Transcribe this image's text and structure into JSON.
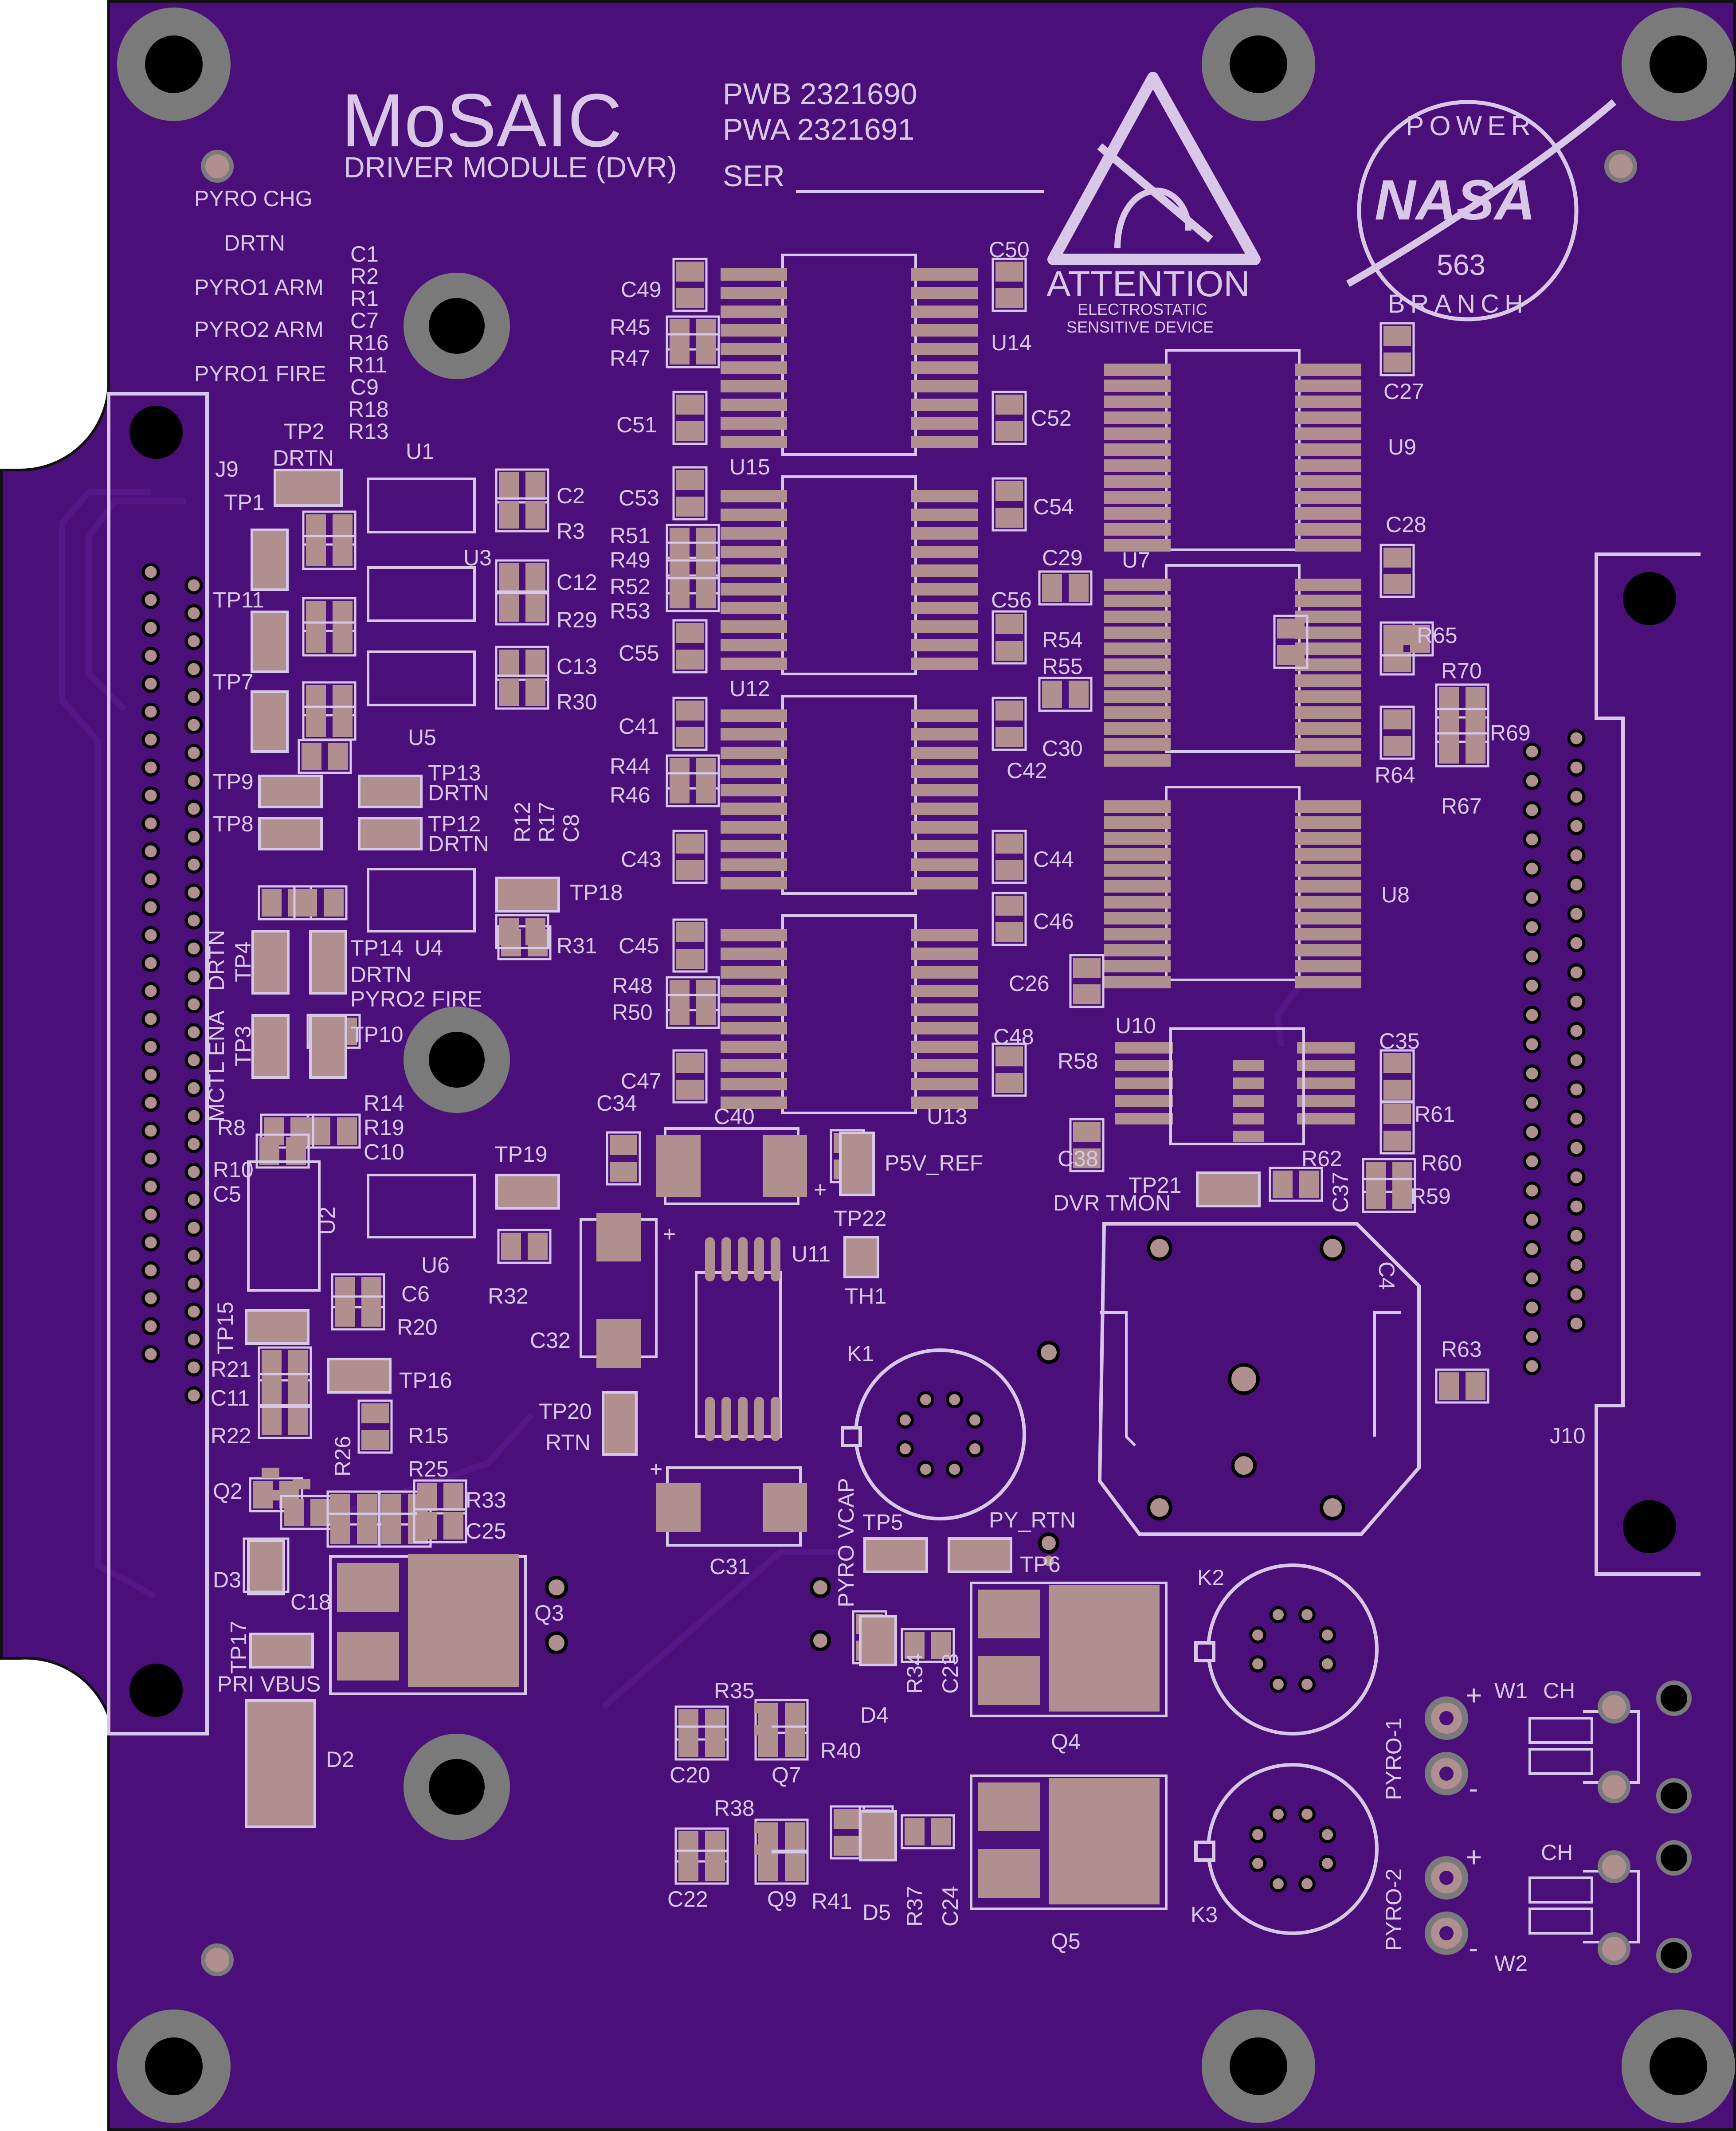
{
  "board": {
    "title": "MoSAIC",
    "subtitle": "DRIVER MODULE (DVR)",
    "pwb": "PWB 2321690",
    "pwa": "PWA 2321691",
    "ser": "SER",
    "colors": {
      "soldermask": "#4b0f7a",
      "silkscreen": "#d8c7e6",
      "pad": "#b08f8f",
      "hole_ring": "#7a7a7a",
      "hole": "#000000",
      "edge": "#111111"
    }
  },
  "esd": {
    "title": "ATTENTION",
    "line1": "ELECTROSTATIC",
    "line2": "SENSITIVE DEVICE"
  },
  "nasa_logo": {
    "top": "POWER",
    "center": "NASA",
    "number": "563",
    "bottom": "BRANCH"
  },
  "left_notes": [
    "PYRO CHG",
    "DRTN",
    "PYRO1 ARM",
    "PYRO2 ARM",
    "PYRO1 FIRE"
  ],
  "ref_stack": [
    "C1",
    "R2",
    "R1",
    "C7",
    "R16",
    "R11",
    "C9",
    "R18",
    "R13"
  ],
  "labels": {
    "J9": "J9",
    "J10": "J10",
    "K1": "K1",
    "K2": "K2",
    "K3": "K3",
    "U1": "U1",
    "U2": "U2",
    "U3": "U3",
    "U4": "U4",
    "U5": "U5",
    "U6": "U6",
    "U7": "U7",
    "U8": "U8",
    "U9": "U9",
    "U10": "U10",
    "U11": "U11",
    "U12": "U12",
    "U13": "U13",
    "U14": "U14",
    "U15": "U15",
    "Q2": "Q2",
    "Q3": "Q3",
    "Q4": "Q4",
    "Q5": "Q5",
    "Q7": "Q7",
    "Q9": "Q9",
    "D2": "D2",
    "D3": "D3",
    "D4": "D4",
    "D5": "D5",
    "TH1": "TH1",
    "TP1": "TP1",
    "TP2": "TP2",
    "TP3": "TP3",
    "TP4": "TP4",
    "TP5": "TP5",
    "TP6": "TP6",
    "TP7": "TP7",
    "TP8": "TP8",
    "TP9": "TP9",
    "TP10": "TP10",
    "TP11": "TP11",
    "TP12": "TP12",
    "TP13": "TP13",
    "TP14": "TP14",
    "TP15": "TP15",
    "TP16": "TP16",
    "TP17": "TP17",
    "TP18": "TP18",
    "TP19": "TP19",
    "TP20": "TP20",
    "TP21": "TP21",
    "TP22": "TP22",
    "C2": "C2",
    "C4": "C4",
    "C5": "C5",
    "C6": "C6",
    "C8": "C8",
    "C10": "C10",
    "C11": "C11",
    "C12": "C12",
    "C13": "C13",
    "C18": "C18",
    "C20": "C20",
    "C22": "C22",
    "C23": "C23",
    "C24": "C24",
    "C25": "C25",
    "C26": "C26",
    "C27": "C27",
    "C28": "C28",
    "C29": "C29",
    "C30": "C30",
    "C31": "C31",
    "C32": "C32",
    "C34": "C34",
    "C35": "C35",
    "C37": "C37",
    "C38": "C38",
    "C40": "C40",
    "C41": "C41",
    "C42": "C42",
    "C43": "C43",
    "C44": "C44",
    "C45": "C45",
    "C46": "C46",
    "C47": "C47",
    "C48": "C48",
    "C49": "C49",
    "C50": "C50",
    "C51": "C51",
    "C52": "C52",
    "C53": "C53",
    "C54": "C54",
    "C55": "C55",
    "C56": "C56",
    "R3": "R3",
    "R8": "R8",
    "R10": "R10",
    "R12": "R12",
    "R14": "R14",
    "R15": "R15",
    "R17": "R17",
    "R19": "R19",
    "R20": "R20",
    "R21": "R21",
    "R22": "R22",
    "R25": "R25",
    "R26": "R26",
    "R29": "R29",
    "R30": "R30",
    "R31": "R31",
    "R32": "R32",
    "R33": "R33",
    "R34": "R34",
    "R35": "R35",
    "R37": "R37",
    "R38": "R38",
    "R40": "R40",
    "R41": "R41",
    "R44": "R44",
    "R45": "R45",
    "R46": "R46",
    "R47": "R47",
    "R48": "R48",
    "R49": "R49",
    "R50": "R50",
    "R51": "R51",
    "R52": "R52",
    "R53": "R53",
    "R54": "R54",
    "R55": "R55",
    "R58": "R58",
    "R59": "R59",
    "R60": "R60",
    "R61": "R61",
    "R62": "R62",
    "R63": "R63",
    "R64": "R64",
    "R65": "R65",
    "R67": "R67",
    "R69": "R69",
    "R70": "R70",
    "W1": "W1",
    "W2": "W2",
    "CH": "CH",
    "PYRO1": "PYRO-1",
    "PYRO2": "PYRO-2",
    "plus": "+",
    "minus": "-"
  },
  "net_labels": {
    "drtn": "DRTN",
    "pyro2_fire": "PYRO2 FIRE",
    "mctl_ena": "MCTL ENA",
    "p5v_ref": "P5V_REF",
    "dvr_tmon": "DVR TMON",
    "rtn": "RTN",
    "pyro_vcap": "PYRO VCAP",
    "py_rtn": "PY_RTN",
    "pri_vbus": "PRI VBUS"
  }
}
